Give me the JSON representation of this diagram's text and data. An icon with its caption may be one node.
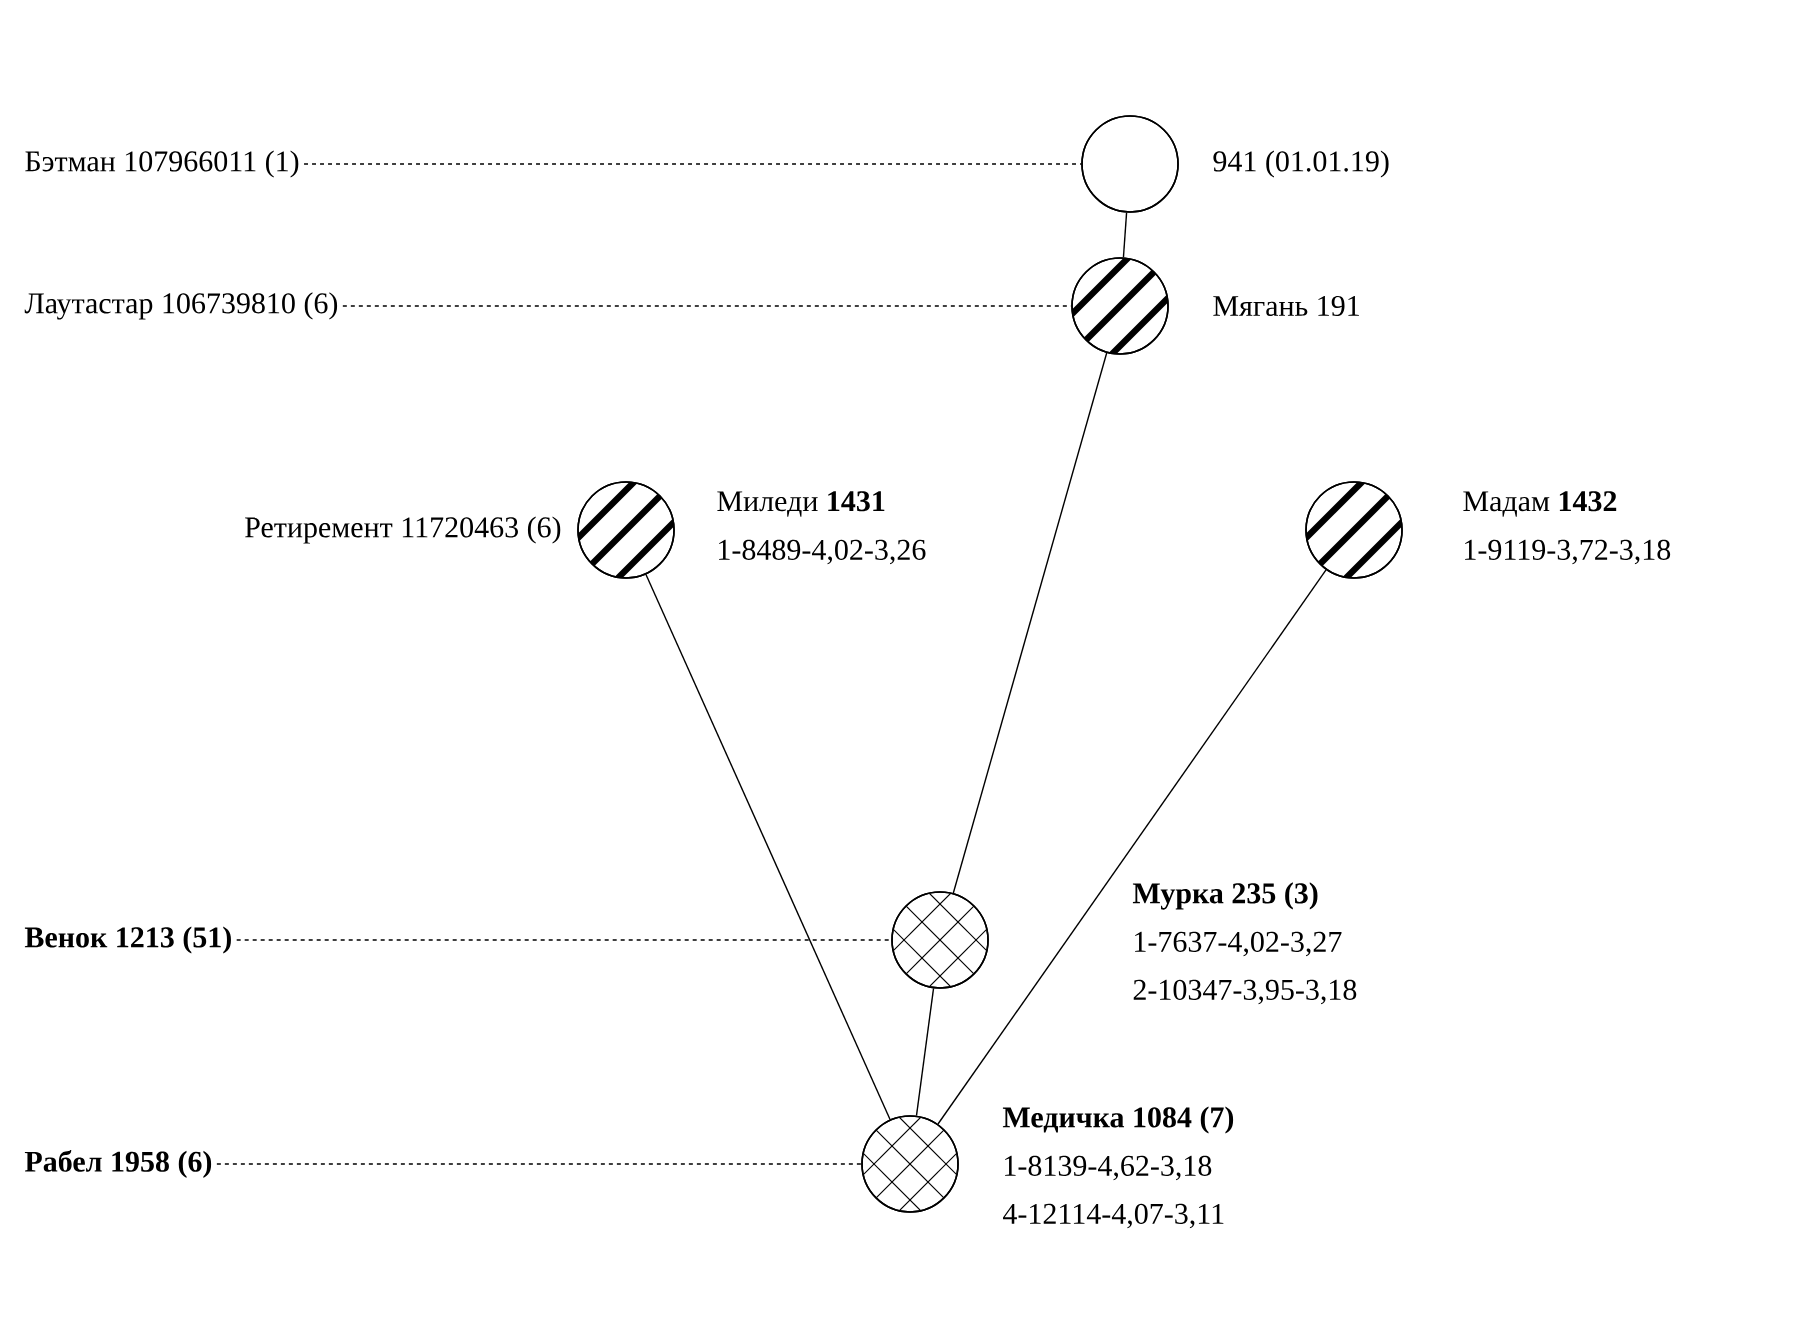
{
  "diagram": {
    "nodes": [
      {
        "text": [
          "Бэтман 107966011 (1)"
        ]
      },
      {
        "text": [],
        "shape": "circle",
        "beside": [
          "941 (01.01.19)"
        ]
      },
      {
        "text": [
          "Лаутастар 106739810 (6)"
        ]
      },
      {
        "text": [],
        "shape": "circle",
        "beside": [
          "Мягань 191"
        ]
      },
      {
        "text": [],
        "shape": "circle",
        "beside": [
          "Ретиремент 11720463 (6)",
          "Миледи **1431**",
          "1-8489-4,02-3,26"
        ]
      },
      {
        "text": [],
        "shape": "circle",
        "beside": [
          "Мадам **1432**",
          "1-9119-3,72-3,18"
        ]
      },
      {
        "text": [
          "Венок 1213 (51)"
        ]
      },
      {
        "text": [],
        "shape": "circle",
        "beside": [
          "Мурка 235 (3)",
          "1-7637-4,02-3,27",
          "2-10347-3,95-3,18"
        ]
      },
      {
        "text": [
          "Рабел 1958 (6)"
        ]
      },
      {
        "text": [],
        "shape": "circle",
        "beside": [
          "Медичка 1084 (7)",
          "1-8139-4,62-3,18",
          "4-12114-4,07-3,11"
        ]
      }
    ],
    "edges": [
      {
        "from": 0,
        "to": 1,
        "arrow": "none",
        "style": "dashed"
      },
      {
        "from": 2,
        "to": 3,
        "arrow": "none",
        "style": "dashed"
      },
      {
        "from": 1,
        "to": 3,
        "arrow": "none"
      },
      {
        "from": 3,
        "to": 7,
        "arrow": "none"
      },
      {
        "from": 4,
        "to": 9,
        "arrow": "none"
      },
      {
        "from": 5,
        "to": 9,
        "arrow": "none"
      },
      {
        "from": 6,
        "to": 7,
        "arrow": "none",
        "style": "dashed"
      },
      {
        "from": 7,
        "to": 9,
        "arrow": "none"
      },
      {
        "from": 8,
        "to": 9,
        "arrow": "none",
        "style": "dashed"
      }
    ]
  }
}
